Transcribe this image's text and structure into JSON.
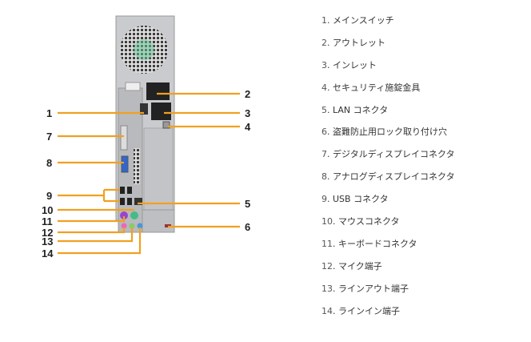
{
  "accent_color": "#f0a020",
  "callouts": [
    {
      "number": "1",
      "label": "メインスイッチ"
    },
    {
      "number": "2",
      "label": "アウトレット"
    },
    {
      "number": "3",
      "label": "インレット"
    },
    {
      "number": "4",
      "label": "セキュリティ施錠金具"
    },
    {
      "number": "5",
      "label": "LAN コネクタ"
    },
    {
      "number": "6",
      "label": "盗難防止用ロック取り付け穴"
    },
    {
      "number": "7",
      "label": "デジタルディスプレイコネクタ"
    },
    {
      "number": "8",
      "label": "アナログディスプレイコネクタ"
    },
    {
      "number": "9",
      "label": "USB コネクタ"
    },
    {
      "number": "10",
      "label": "マウスコネクタ"
    },
    {
      "number": "11",
      "label": "キーボードコネクタ"
    },
    {
      "number": "12",
      "label": "マイク端子"
    },
    {
      "number": "13",
      "label": "ラインアウト端子"
    },
    {
      "number": "14",
      "label": "ラインイン端子"
    }
  ]
}
